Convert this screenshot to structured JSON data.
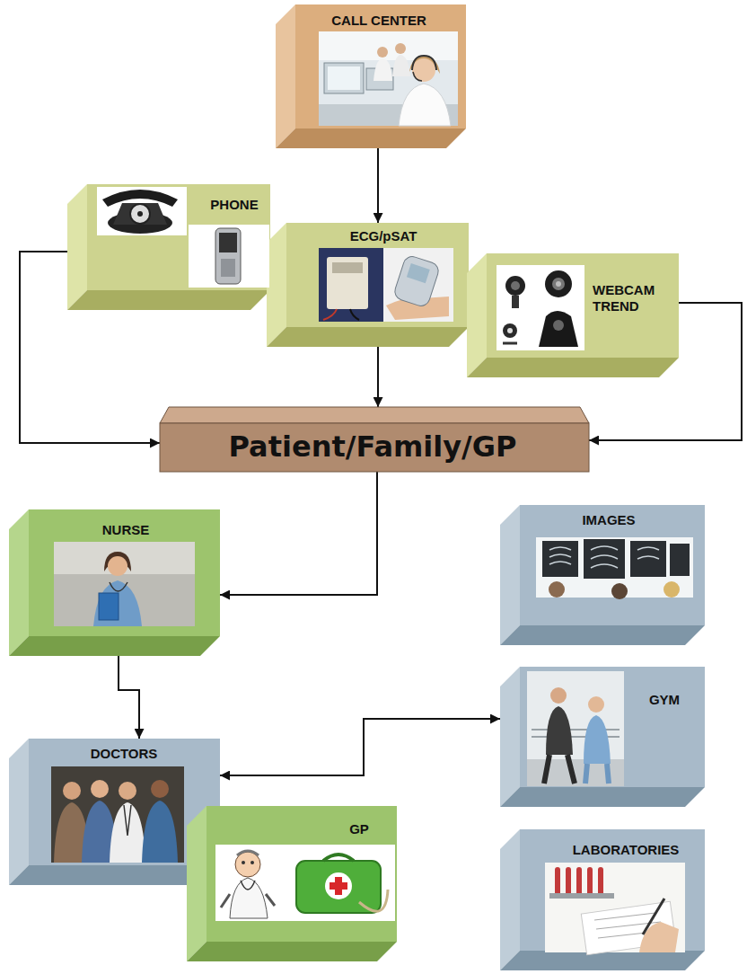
{
  "diagram": {
    "nodes": [
      {
        "text": [
          "CALL CENTER"
        ]
      },
      {
        "text": [
          "PHONE"
        ]
      },
      {
        "text": [
          "ECG/pSAT"
        ]
      },
      {
        "text": [
          "WEBCAM TREND"
        ]
      },
      {
        "text": [
          "Patient/Family/GP"
        ]
      },
      {
        "text": [
          "NURSE"
        ]
      },
      {
        "text": [
          "IMAGES"
        ]
      },
      {
        "text": [
          "GYM"
        ]
      },
      {
        "text": [
          "DOCTORS"
        ]
      },
      {
        "text": [
          "GP"
        ]
      },
      {
        "text": [
          "LABORATORIES"
        ]
      }
    ],
    "edges": [
      {
        "from": 0,
        "to": 2,
        "arrow": "to"
      },
      {
        "from": 1,
        "to": 4,
        "arrow": "to"
      },
      {
        "from": 2,
        "to": 4,
        "arrow": "to"
      },
      {
        "from": 3,
        "to": 4,
        "arrow": "to"
      },
      {
        "from": 4,
        "to": 5,
        "arrow": "to"
      },
      {
        "from": 5,
        "to": 8,
        "arrow": "to"
      },
      {
        "from": 8,
        "to": 7,
        "arrow": "both"
      }
    ]
  }
}
